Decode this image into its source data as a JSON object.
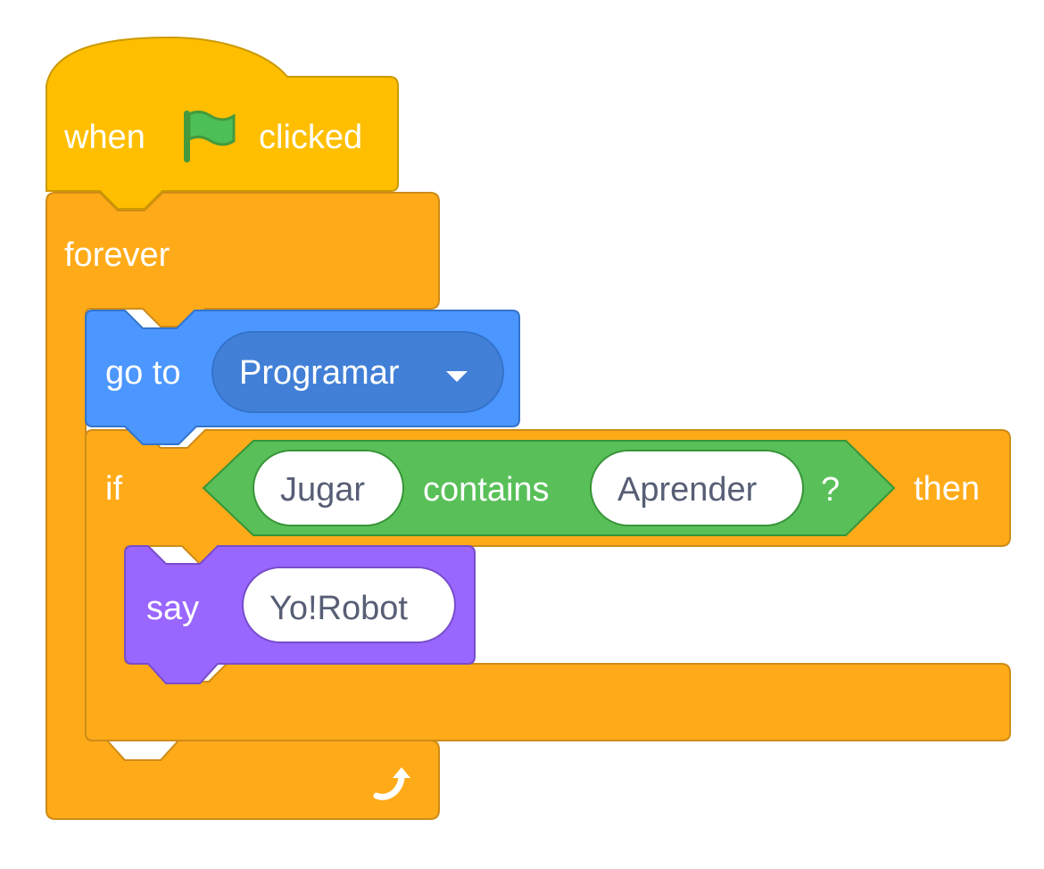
{
  "script": {
    "hat_block": {
      "label_before": "when",
      "icon": "green-flag-icon",
      "label_after": "clicked",
      "color": "#FFBF00"
    },
    "forever_block": {
      "label": "forever",
      "loop_icon": "loop-arrow-icon",
      "color": "#FFAB19"
    },
    "goto_block": {
      "label": "go to",
      "menu_value": "Programar",
      "menu_icon": "dropdown-caret-icon",
      "color": "#4C97FF"
    },
    "if_block": {
      "label_if": "if",
      "label_then": "then",
      "color": "#FFAB19"
    },
    "contains_block": {
      "input1": "Jugar",
      "label": "contains",
      "input2": "Aprender",
      "question_mark": "?",
      "color": "#59C059"
    },
    "say_block": {
      "label": "say",
      "input": "Yo!Robot",
      "color": "#9966FF"
    }
  }
}
